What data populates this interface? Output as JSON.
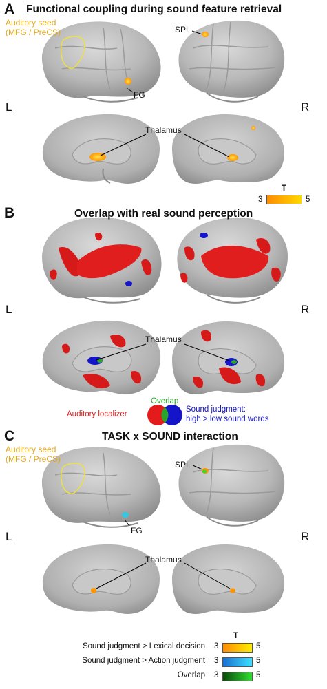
{
  "panel_a": {
    "letter": "A",
    "title": "Functional coupling during sound feature retrieval",
    "seed_line1": "Auditory seed",
    "seed_line2": "(MFG / PreCS)",
    "label_spl": "SPL",
    "label_fg": "FG",
    "label_thalamus": "Thalamus",
    "left": "L",
    "right": "R",
    "colorbar": {
      "title": "T",
      "min": "3",
      "max": "5",
      "from": "#ff8c00",
      "to": "#ffd800"
    }
  },
  "panel_b": {
    "letter": "B",
    "title": "Overlap with real sound perception",
    "label_thalamus": "Thalamus",
    "left": "L",
    "right": "R",
    "legend": {
      "overlap": "Overlap",
      "localizer": "Auditory localizer",
      "judgment_line1": "Sound judgment:",
      "judgment_line2": "high > low sound words",
      "red": "#e31b1b",
      "green": "#2aa52a",
      "blue": "#1414c8"
    }
  },
  "panel_c": {
    "letter": "C",
    "title": "TASK x SOUND interaction",
    "seed_line1": "Auditory seed",
    "seed_line2": "(MFG / PreCS)",
    "label_spl": "SPL",
    "label_fg": "FG",
    "label_thalamus": "Thalamus",
    "left": "L",
    "right": "R",
    "legend_title": "T",
    "legend": [
      {
        "label": "Sound judgment > Lexical decision",
        "min": "3",
        "max": "5",
        "from": "#ff8c00",
        "to": "#ffee00"
      },
      {
        "label": "Sound judgment > Action judgment",
        "min": "3",
        "max": "5",
        "from": "#1a6fd0",
        "to": "#3fe0ff"
      },
      {
        "label": "Overlap",
        "min": "3",
        "max": "5",
        "from": "#0a4a0a",
        "to": "#2ee02e"
      }
    ]
  }
}
